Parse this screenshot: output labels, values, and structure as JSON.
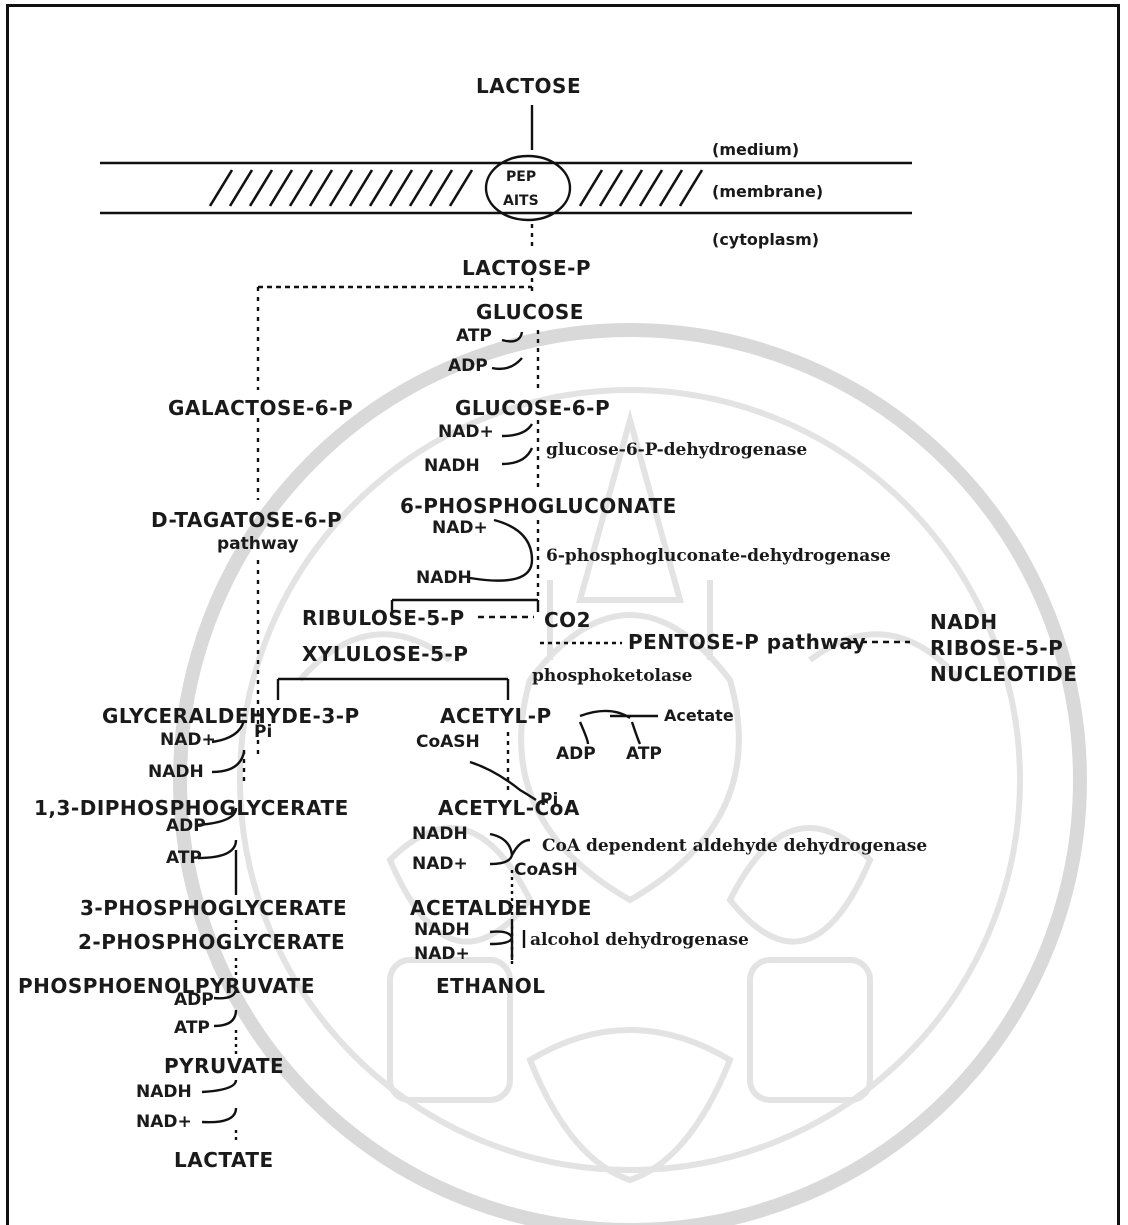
{
  "compartments": {
    "medium": "(medium)",
    "membrane": "(membrane)",
    "cytoplasm": "(cytoplasm)"
  },
  "transporter": {
    "top": "PEP",
    "bottom": "AITS"
  },
  "metabolites": {
    "lactose": "LACTOSE",
    "lactose_p": "LACTOSE-P",
    "glucose": "GLUCOSE",
    "galactose_6p": "GALACTOSE-6-P",
    "glucose_6p": "GLUCOSE-6-P",
    "tagatose_6p": "D-TAGATOSE-6-P",
    "tagatose_pathway": "pathway",
    "phosphogluconate": "6-PHOSPHOGLUCONATE",
    "ribulose_5p": "RIBULOSE-5-P",
    "co2": "CO2",
    "xylulose_5p": "XYLULOSE-5-P",
    "pentose_pathway": "PENTOSE-P pathway",
    "nadh_out": "NADH",
    "ribose_5p": "RIBOSE-5-P",
    "nucleotide": "NUCLEOTIDE",
    "glyceraldehyde_3p": "GLYCERALDEHYDE-3-P",
    "acetyl_p": "ACETYL-P",
    "acetate": "Acetate",
    "diphosphoglycerate": "1,3-DIPHOSPHOGLYCERATE",
    "acetyl_coa": "ACETYL-CoA",
    "phosphoglycerate_3": "3-PHOSPHOGLYCERATE",
    "acetaldehyde": "ACETALDEHYDE",
    "phosphoglycerate_2": "2-PHOSPHOGLYCERATE",
    "pep": "PHOSPHOENOLPYRUVATE",
    "ethanol": "ETHANOL",
    "pyruvate": "PYRUVATE",
    "lactate": "LACTATE"
  },
  "enzymes": {
    "g6pdh": "glucose-6-P-dehydrogenase",
    "pgdh": "6-phosphogluconate-dehydrogenase",
    "phosphoketolase": "phosphoketolase",
    "coa_aldh": "CoA dependent aldehyde dehydrogenase",
    "adh": "alcohol dehydrogenase"
  },
  "cofactors": {
    "atp": "ATP",
    "adp": "ADP",
    "nadp": "NAD+",
    "nadh": "NADH",
    "pi": "Pi",
    "coash": "CoASH"
  }
}
